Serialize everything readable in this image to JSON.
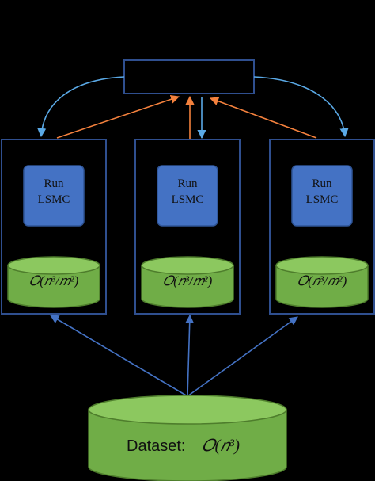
{
  "colors": {
    "background": "#000000",
    "panel_border": "#2f4f8f",
    "run_box_fill": "#4472c4",
    "run_box_border": "#2f5597",
    "cylinder_fill": "#70ad47",
    "cylinder_top": "#8cc85f",
    "cylinder_border": "#4e7d2c",
    "up_arrow": "#f4813d",
    "down_arrow": "#5aa9e6",
    "data_arrow": "#4472c4"
  },
  "workers": [
    {
      "run_line1": "Run",
      "run_line2": "LSMC",
      "storage": "𝑂(𝑛³/𝑚²)"
    },
    {
      "run_line1": "Run",
      "run_line2": "LSMC",
      "storage": "𝑂(𝑛³/𝑚²)"
    },
    {
      "run_line1": "Run",
      "run_line2": "LSMC",
      "storage": "𝑂(𝑛³/𝑚²)"
    }
  ],
  "dataset": {
    "label": "Dataset:",
    "complexity": "𝑂(𝑛³)"
  }
}
